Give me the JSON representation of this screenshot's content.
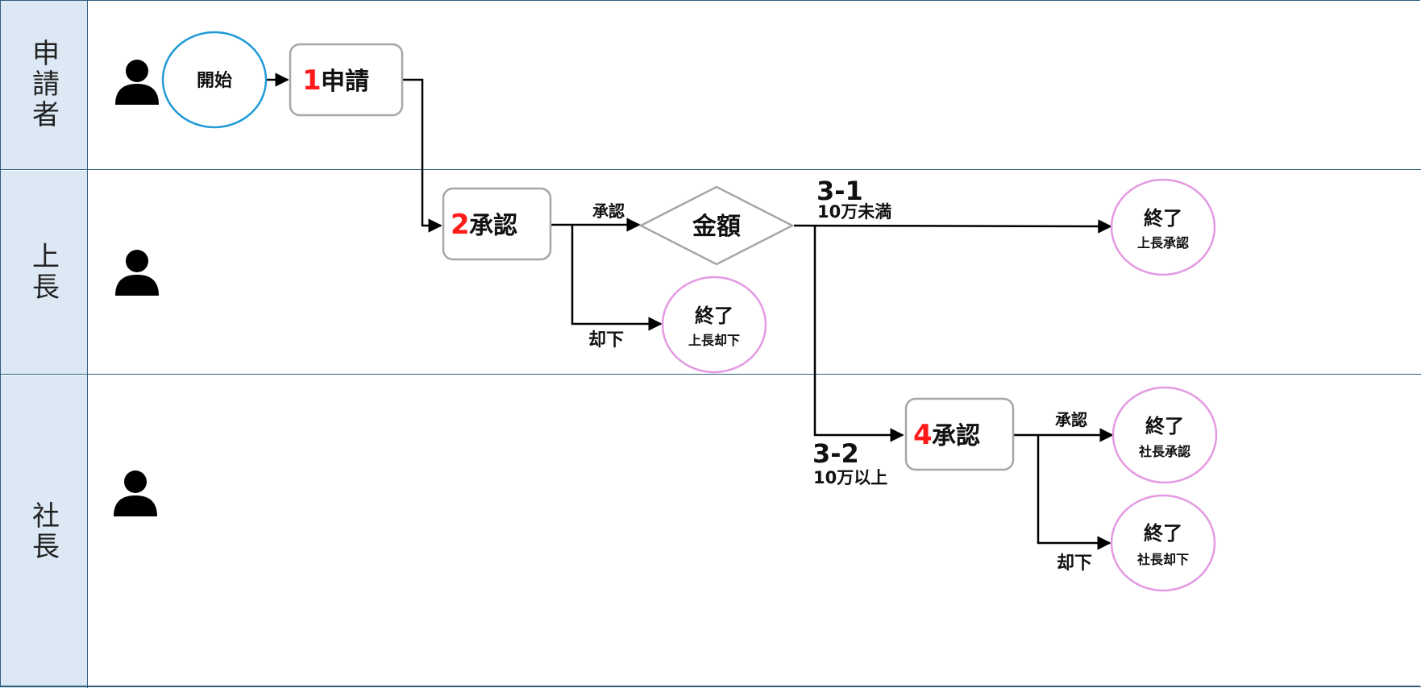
{
  "lanes": [
    {
      "label": "申請者"
    },
    {
      "label": "上長"
    },
    {
      "label": "社長"
    }
  ],
  "nodes": {
    "start": {
      "label": "開始"
    },
    "apply": {
      "num": "1",
      "label": "申請"
    },
    "approve_boss": {
      "num": "2",
      "label": "承認"
    },
    "amount": {
      "label": "金額"
    },
    "end_boss_approve": {
      "title": "終了",
      "sub": "上長承認"
    },
    "end_boss_reject": {
      "title": "終了",
      "sub": "上長却下"
    },
    "approve_president": {
      "num": "4",
      "label": "承認"
    },
    "end_pres_approve": {
      "title": "終了",
      "sub": "社長承認"
    },
    "end_pres_reject": {
      "title": "終了",
      "sub": "社長却下"
    }
  },
  "edges": {
    "boss_approve": "承認",
    "boss_reject": "却下",
    "under_num": "3-1",
    "under_label": "10万未満",
    "over_num": "3-2",
    "over_label": "10万以上",
    "pres_approve": "承認",
    "pres_reject": "却下"
  },
  "colors": {
    "start_border": "#1f9ad6",
    "end_border": "#e39ae3",
    "process_border": "#a6a6a6",
    "number": "#ff1a1a",
    "lane_fill": "#dce9f5",
    "lane_line": "#2f5d7c"
  }
}
